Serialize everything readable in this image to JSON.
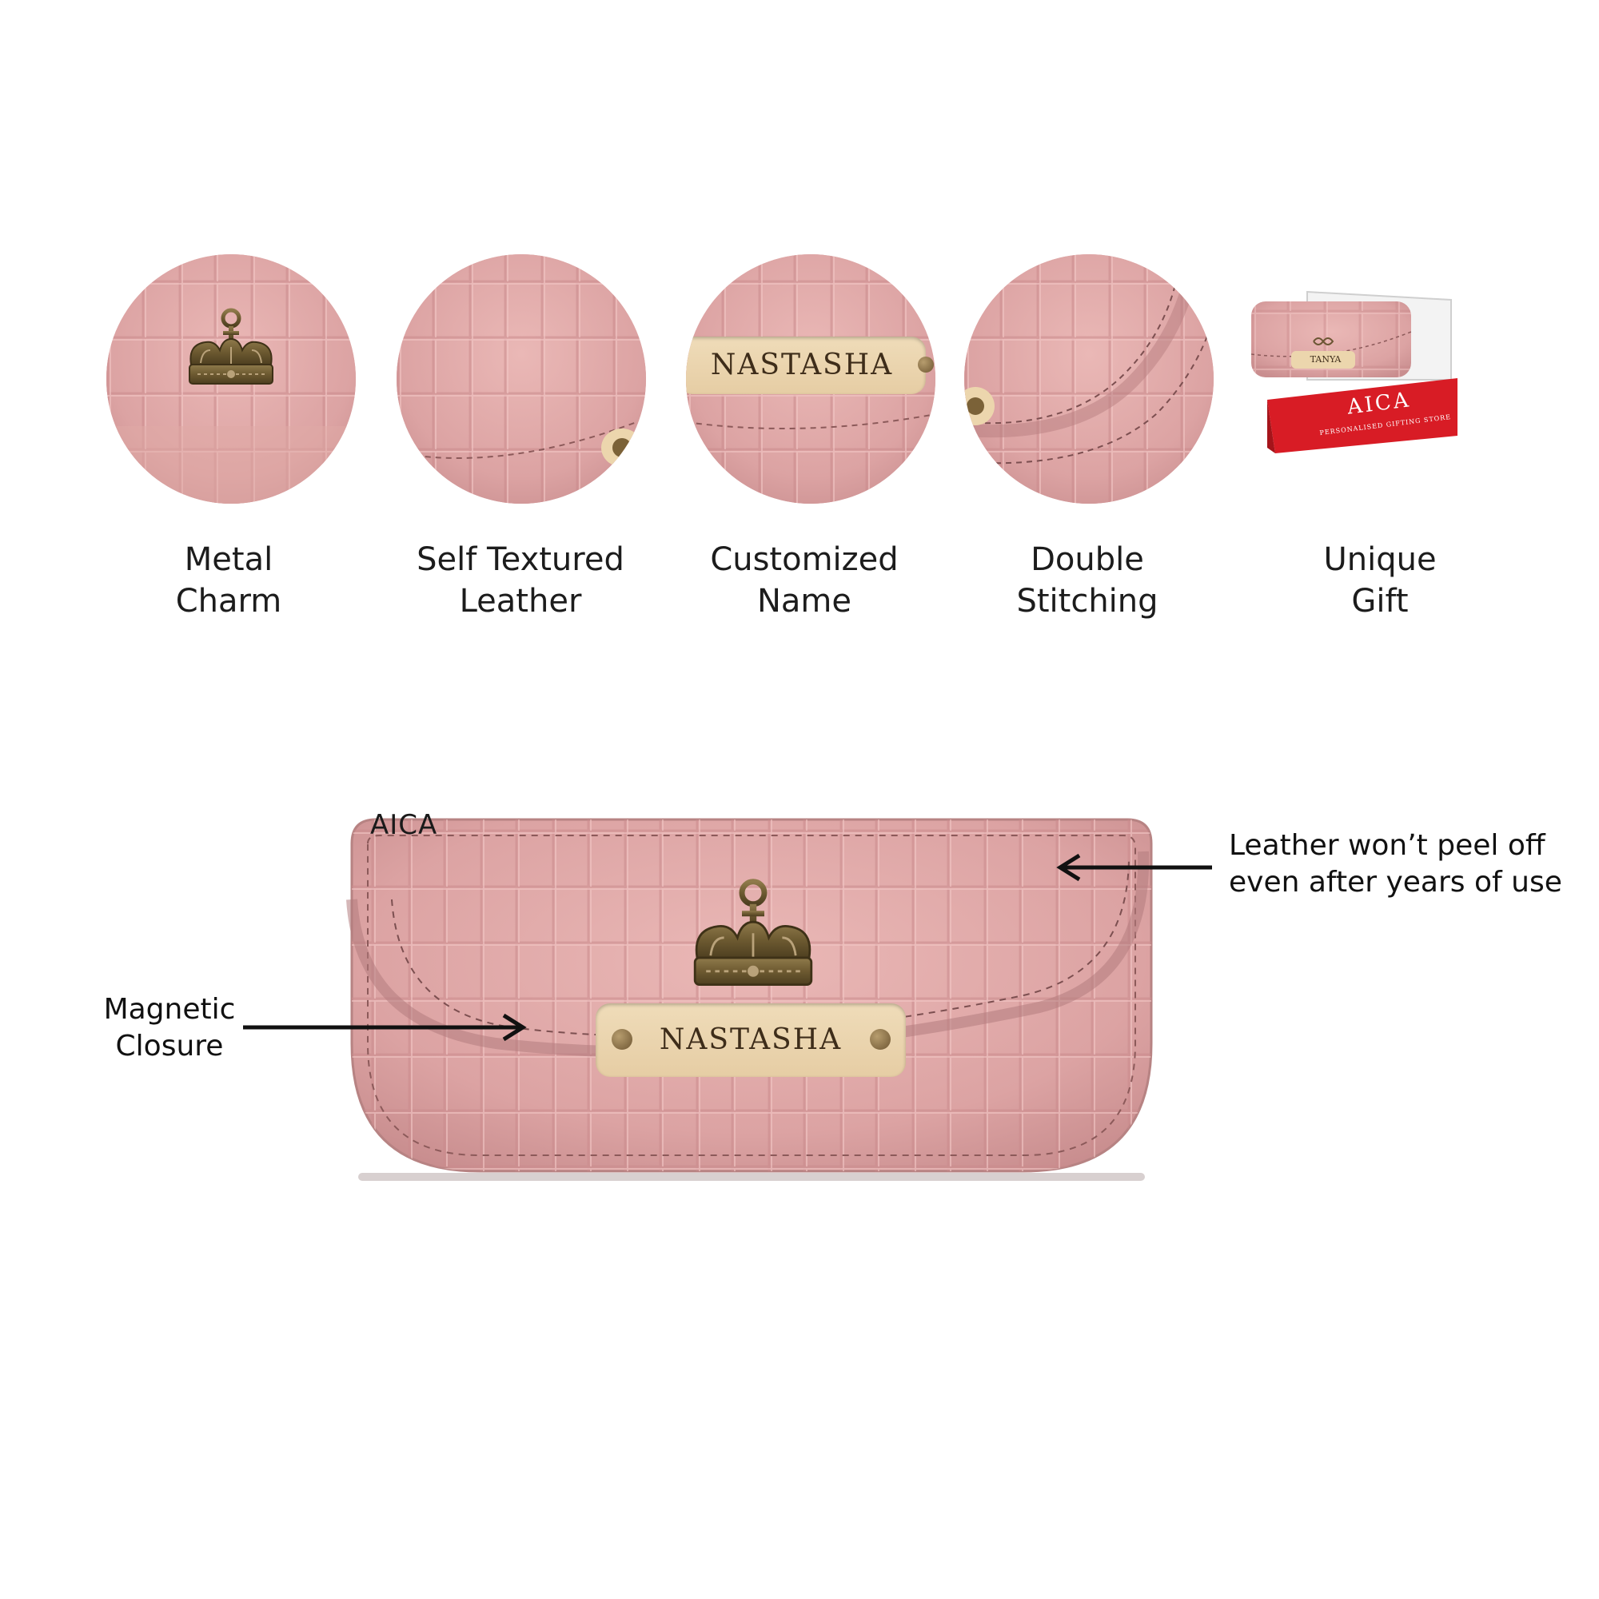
{
  "features": [
    {
      "id": "metal-charm",
      "line1": "Metal",
      "line2": "Charm",
      "icon": "crown-charm-icon"
    },
    {
      "id": "self-textured-leather",
      "line1": "Self Textured",
      "line2": "Leather",
      "icon": "leather-texture-icon"
    },
    {
      "id": "customized-name",
      "line1": "Customized",
      "line2": "Name",
      "icon": "nameplate-icon",
      "plate_text": "NASTASHA"
    },
    {
      "id": "double-stitching",
      "line1": "Double",
      "line2": "Stitching",
      "icon": "stitching-icon"
    },
    {
      "id": "unique-gift",
      "line1": "Unique",
      "line2": "Gift",
      "icon": "gift-box-icon",
      "box_brand": "AICA",
      "box_tagline": "PERSONALISED GIFTING STORE",
      "sample_name": "TANYA"
    }
  ],
  "product": {
    "brand": "AICA",
    "nameplate_text": "NASTASHA",
    "leather_color": "#dba3a3",
    "nameplate_color": "#ebd5ae"
  },
  "annotations": {
    "right": {
      "line1": "Leather won’t peel  off",
      "line2": "even after years of use"
    },
    "left": {
      "line1": "Magnetic",
      "line2": "Closure"
    }
  }
}
